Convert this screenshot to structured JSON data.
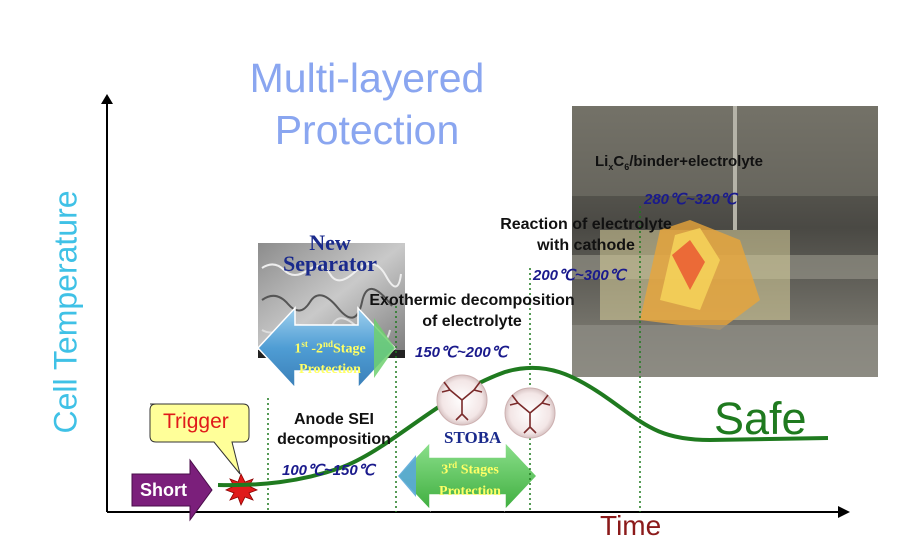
{
  "title_line1": "Multi-layered",
  "title_line2": "Protection",
  "y_axis_label": "Cell Temperature",
  "x_axis_label": "Time",
  "short_label": "Short",
  "trigger_label": "Trigger",
  "safe_label": "Safe",
  "separator_line1": "New",
  "separator_line2": "Separator",
  "stage12_text": "1st -2ndStage Protection",
  "stage12_main1": "1",
  "stage12_sup1": "st",
  "stage12_main2": " -2",
  "stage12_sup2": "nd",
  "stage12_main3": "Stage",
  "stage12_line2": "Protection",
  "stage3_main": "3",
  "stage3_sup": "rd",
  "stage3_rest": " Stages",
  "stage3_line2": "Protection",
  "stoba_label": "STOBA",
  "anode_line1": "Anode SEI",
  "anode_line2": "decomposition",
  "anode_temp": "100℃~150℃",
  "exo_line1": "Exothermic decomposition",
  "exo_line2": "of electrolyte",
  "exo_temp": "150℃~200℃",
  "cathode_line1": "Reaction of electrolyte",
  "cathode_line2": "with cathode",
  "cathode_temp": "200℃~300℃",
  "lic_li": "Li",
  "lic_x": "x",
  "lic_c": "C",
  "lic_6": "6",
  "lic_rest": "/binder+electrolyte",
  "lic_temp": "280℃~320℃",
  "colors": {
    "title": "#8aa6f0",
    "axis_label": "#3fc1e6",
    "curve": "#1f7a1f",
    "time": "#8b1a1a",
    "short_arrow": "#7b1f7b",
    "trigger_fill": "#ffff99",
    "stage_arrow_fill": "#5aa8d8",
    "stage_text": "#ffff66"
  },
  "icons": {
    "stoba": "dendrimer-molecule-icon",
    "trigger": "starburst-spark-icon"
  }
}
